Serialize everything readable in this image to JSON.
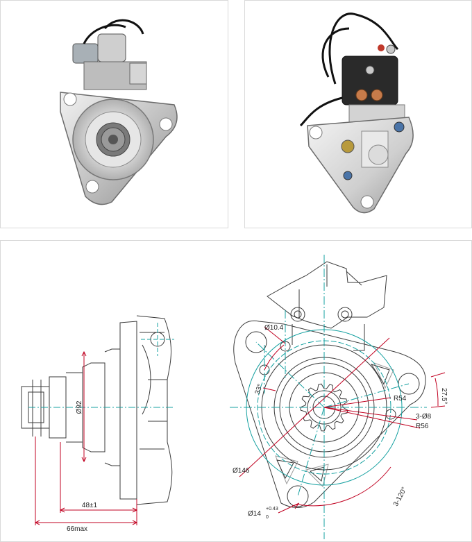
{
  "photos": {
    "front_view": {
      "alt": ""
    },
    "rear_view": {
      "alt": ""
    }
  },
  "drawing": {
    "side_view": {
      "pilot_diameter": "Ø92",
      "length_flange": "48±1",
      "length_max": "66max"
    },
    "front_view": {
      "hole_top": "Ø10.4",
      "angle_small": "33°",
      "radius_inner": "R54",
      "holes_three": "3-Ø8",
      "radius_outer": "R56",
      "angle_right": "27.5°",
      "bolt_circle": "Ø146",
      "mount_hole": "Ø14",
      "mount_hole_tol_upper": "+0.43",
      "mount_hole_tol_lower": "0",
      "pattern": "3-120°"
    },
    "colors": {
      "outline": "#3a3a3a",
      "dimension": "#c00020",
      "centerline": "#14a0a0"
    }
  }
}
